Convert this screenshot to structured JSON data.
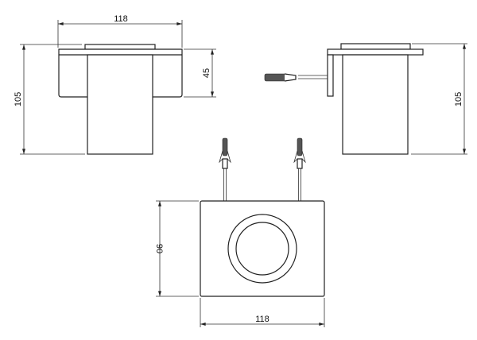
{
  "front_view": {
    "width_dim": "118",
    "height_dim": "105",
    "bracket_dim": "45"
  },
  "side_view": {
    "height_dim": "105"
  },
  "top_view": {
    "depth_dim": "90",
    "width_dim": "118"
  },
  "colors": {
    "line": "#222222",
    "background": "#ffffff"
  }
}
